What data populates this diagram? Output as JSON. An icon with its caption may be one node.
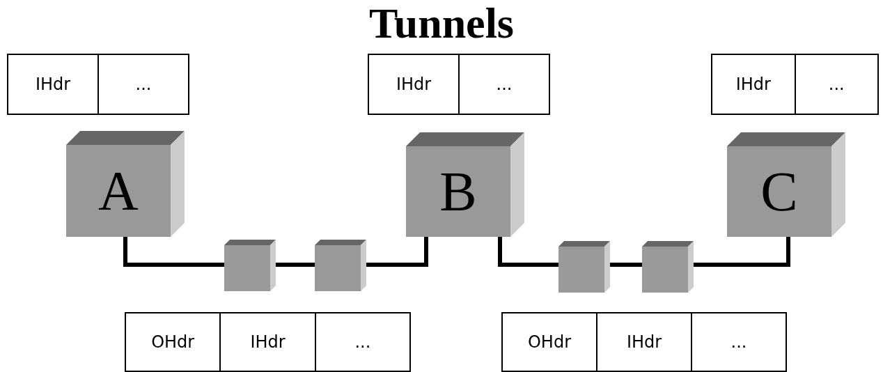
{
  "diagram": {
    "title": "Tunnels",
    "nodes": [
      {
        "text": [
          "IHdr",
          "..."
        ]
      },
      {
        "text": [
          "IHdr",
          "..."
        ]
      },
      {
        "text": [
          "IHdr",
          "..."
        ]
      },
      {
        "text": [
          "A"
        ]
      },
      {
        "text": [
          "B"
        ]
      },
      {
        "text": [
          "C"
        ]
      },
      {
        "text": [],
        "shape": "box"
      },
      {
        "text": [],
        "shape": "box"
      },
      {
        "text": [],
        "shape": "box"
      },
      {
        "text": [],
        "shape": "box"
      },
      {
        "text": [
          "OHdr",
          "IHdr",
          "..."
        ]
      },
      {
        "text": [
          "OHdr",
          "IHdr",
          "..."
        ]
      }
    ],
    "edges": [
      {
        "from": 3,
        "to": 6,
        "arrow": "none"
      },
      {
        "from": 6,
        "to": 7,
        "arrow": "none"
      },
      {
        "from": 7,
        "to": 4,
        "arrow": "none"
      },
      {
        "from": 4,
        "to": 8,
        "arrow": "none"
      },
      {
        "from": 8,
        "to": 9,
        "arrow": "none"
      },
      {
        "from": 9,
        "to": 5,
        "arrow": "none"
      }
    ]
  }
}
